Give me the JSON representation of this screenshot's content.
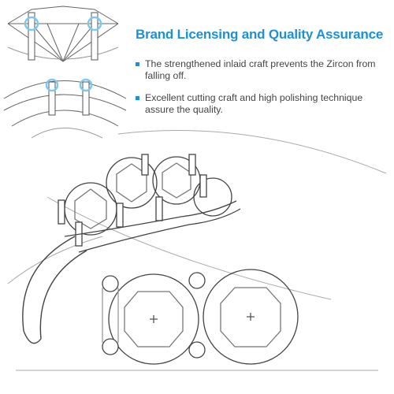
{
  "header": {
    "title": "Brand Licensing and Quality Assurance"
  },
  "features": [
    {
      "text": "The strengthened inlaid craft prevents the Zircon from falling off."
    },
    {
      "text": "Excellent cutting craft and high polishing technique assure the quality."
    }
  ],
  "colors": {
    "accent": "#1e90d8",
    "highlight": "#7ec8ee",
    "text": "#444444",
    "sketch": "#555555"
  },
  "icons": {
    "bullet": "square-bullet-icon"
  }
}
